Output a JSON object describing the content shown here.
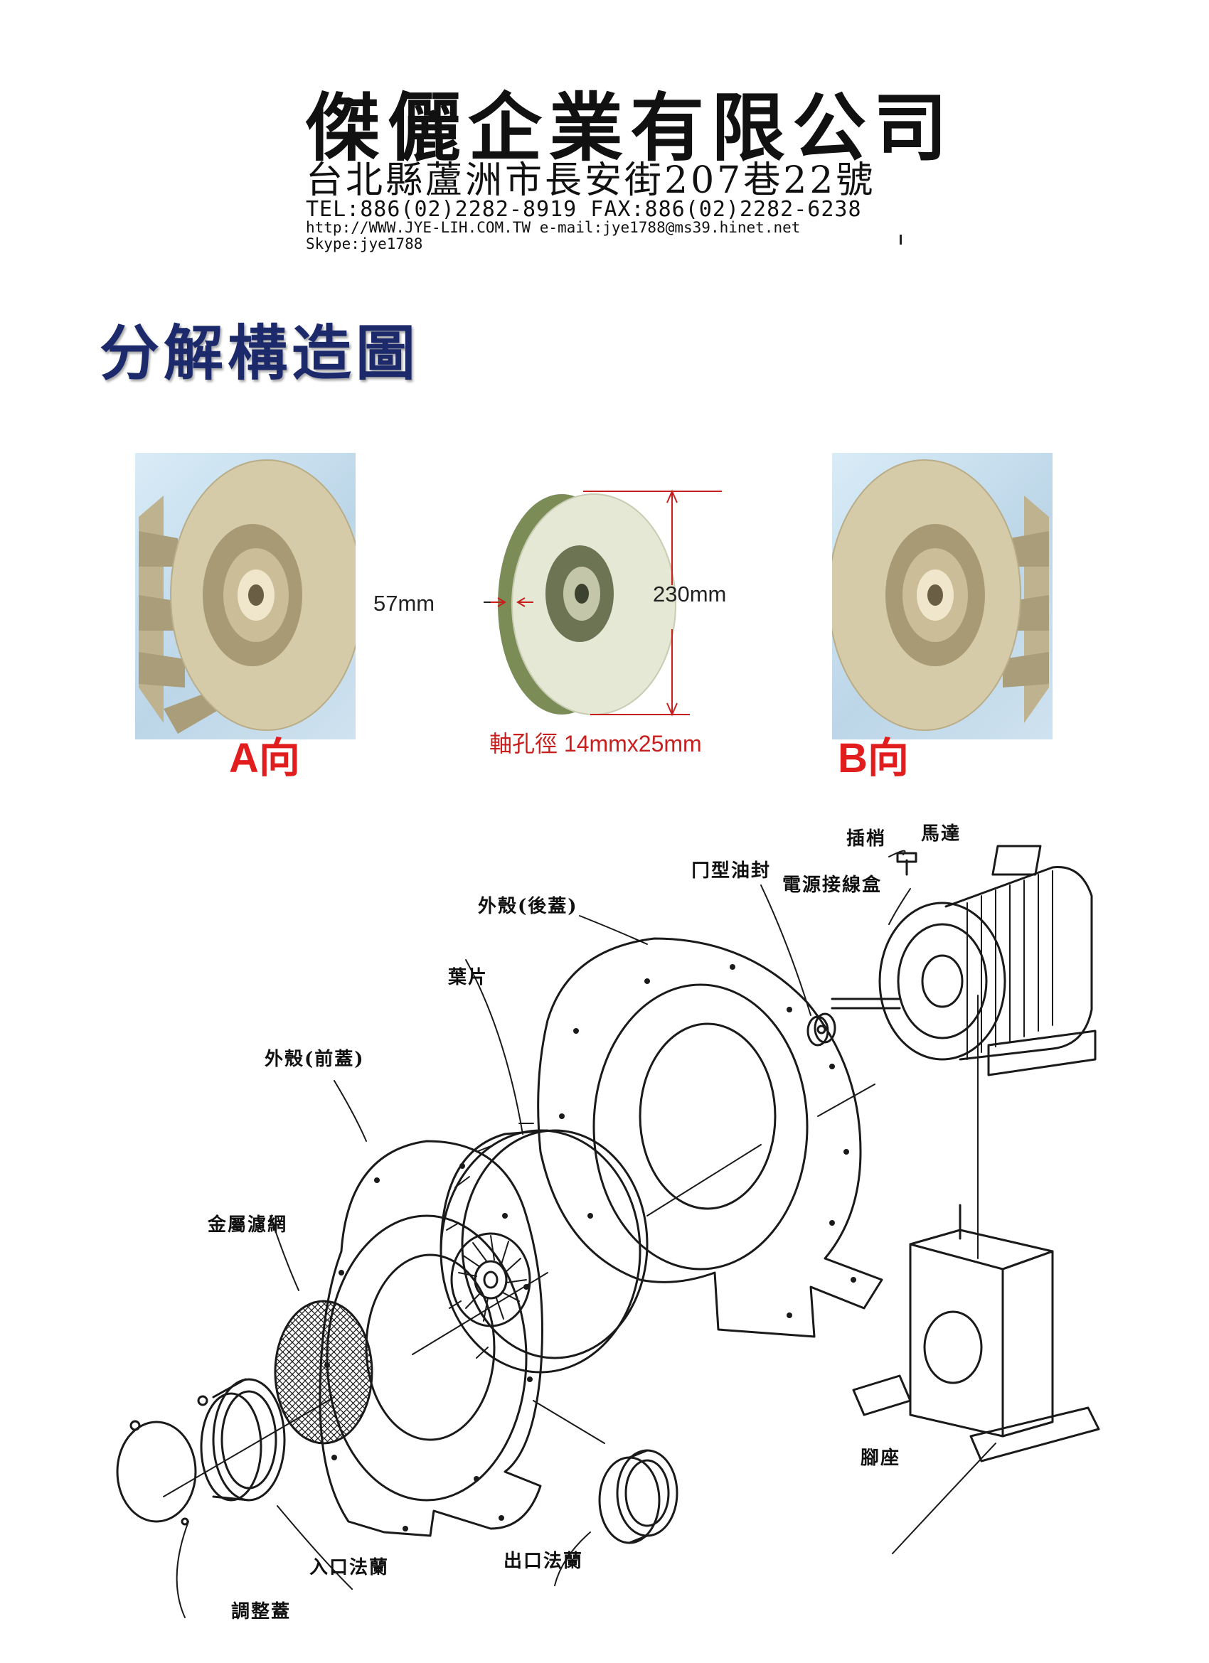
{
  "header": {
    "company_name": "傑儷企業有限公司",
    "address": "台北縣蘆洲市長安街207巷22號",
    "tel_fax": "TEL:886(02)2282-8919 FAX:886(02)2282-6238",
    "web_email": "http://WWW.JYE-LIH.COM.TW  e-mail:jye1788@ms39.hinet.net",
    "skype": "Skype:jye1788"
  },
  "title": "分解構造圖",
  "impeller": {
    "width_label": "57mm",
    "diameter_label": "230mm",
    "bore_label": "軸孔徑 14mmx25mm",
    "direction_a": "A向",
    "direction_b": "B向"
  },
  "parts": {
    "pin": "插梢",
    "motor": "馬達",
    "oil_seal": "冂型油封",
    "junction_box": "電源接線盒",
    "rear_housing": "外殼(後蓋)",
    "blade": "葉片",
    "front_housing": "外殼(前蓋)",
    "metal_filter": "金屬濾網",
    "inlet_flange": "入口法蘭",
    "outlet_flange": "出口法蘭",
    "adjust_cover": "調整蓋",
    "base": "腳座"
  },
  "colors": {
    "title_blue": "#1c2a6b",
    "direction_red": "#e11d1d",
    "bore_red": "#c81e1e",
    "impeller_beige": "#cfc3a0",
    "photo_bg": "#cfe2ef"
  }
}
